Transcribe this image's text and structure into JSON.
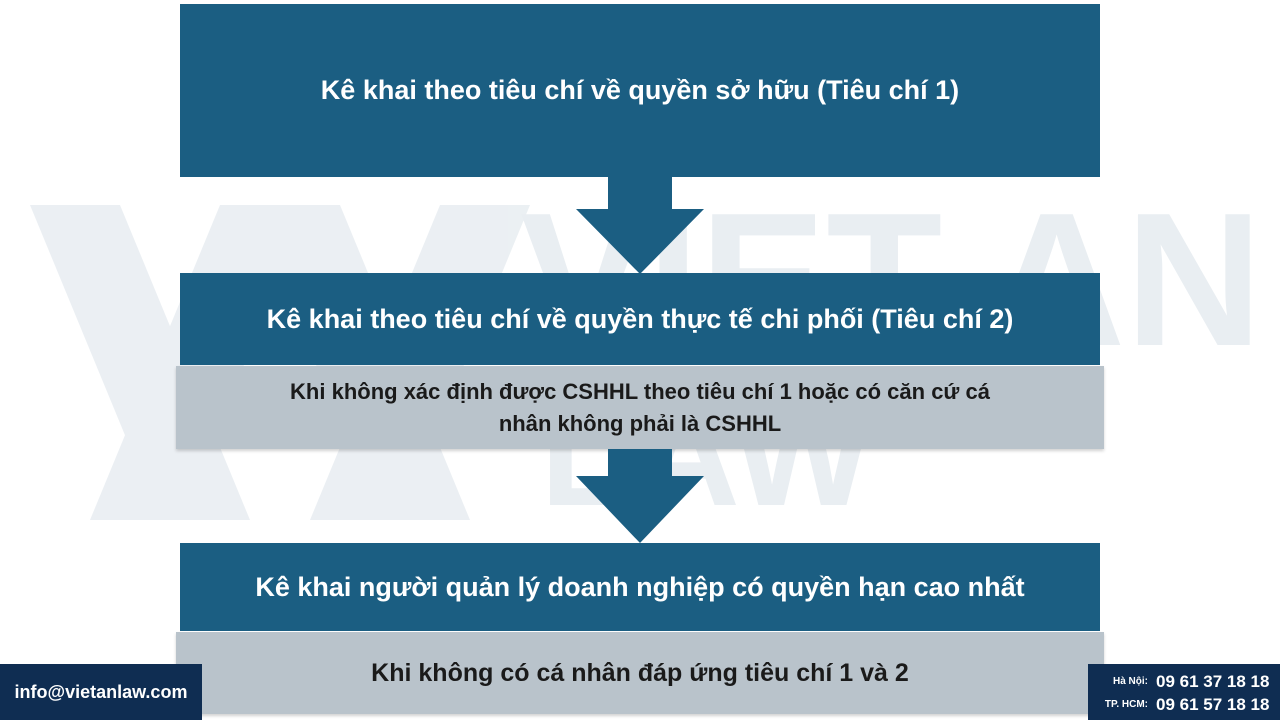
{
  "watermark": {
    "text_top": "VIET AN",
    "text_bottom": "LAW"
  },
  "flow": {
    "step1": "Kê khai theo tiêu chí về quyền sở hữu (Tiêu chí 1)",
    "step2": "Kê khai theo tiêu chí về quyền thực tế chi phối (Tiêu chí 2)",
    "condition2": "Khi không xác định được CSHHL theo tiêu chí  1 hoặc có căn cứ cá nhân không phải là CSHHL",
    "step3": "Kê khai người quản lý doanh nghiệp có quyền hạn cao nhất",
    "condition3": "Khi không có cá nhân đáp ứng tiêu chí 1 và 2"
  },
  "footer": {
    "email": "info@vietanlaw.com",
    "hanoi_label": "Hà Nội:",
    "hanoi_phone": "09 61 37 18 18",
    "hcm_label": "TP. HCM:",
    "hcm_phone": "09 61 57 18 18"
  },
  "colors": {
    "box": "#1b5e82",
    "note": "#b9c3cb",
    "footer": "#0f2d52"
  }
}
